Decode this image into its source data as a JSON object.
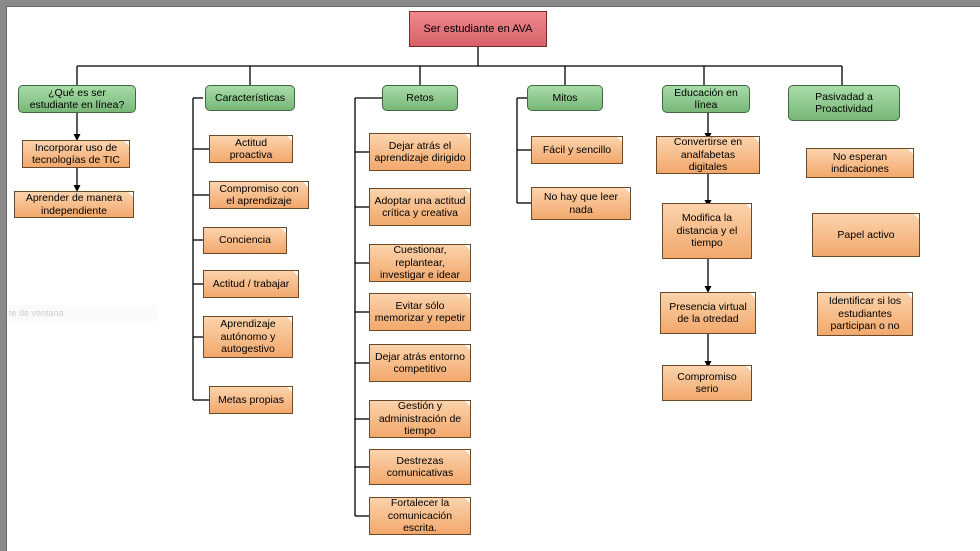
{
  "root": "Ser estudiante en AVA",
  "categories": [
    {
      "label": "¿Qué es ser estudiante en línea?",
      "items": [
        "Incorporar uso de tecnologías de TIC",
        "Aprender de manera independiente"
      ]
    },
    {
      "label": "Características",
      "items": [
        "Actitud proactiva",
        "Compromiso con el aprendizaje",
        "Conciencia",
        "Actitud / trabajar",
        "Aprendizaje autónomo y autogestivo",
        "Metas propias"
      ]
    },
    {
      "label": "Retos",
      "items": [
        "Dejar atrás el aprendizaje dirigido",
        "Adoptar una actitud crítica y creativa",
        "Cuestionar, replantear, investigar e idear",
        "Evitar sólo memorizar y repetir",
        "Dejar atrás entorno competitivo",
        "Gestión y administración de tiempo",
        "Destrezas comunicativas",
        "Fortalecer la comunicación escrita."
      ]
    },
    {
      "label": "Mitos",
      "items": [
        "Fácil y sencillo",
        "No hay que leer nada"
      ]
    },
    {
      "label": "Educación en línea",
      "items": [
        "Convertirse en analfabetas digitales",
        "Modifica la distancia y el tiempo",
        "Presencia virtual de la otredad",
        "Compromiso serio"
      ]
    },
    {
      "label": "Pasivadad a Proactividad",
      "items": [
        "No esperan indicaciones",
        "Papel activo",
        "Identificar si los estudiantes participan o no"
      ]
    }
  ],
  "ghost_text": "te de ventana"
}
